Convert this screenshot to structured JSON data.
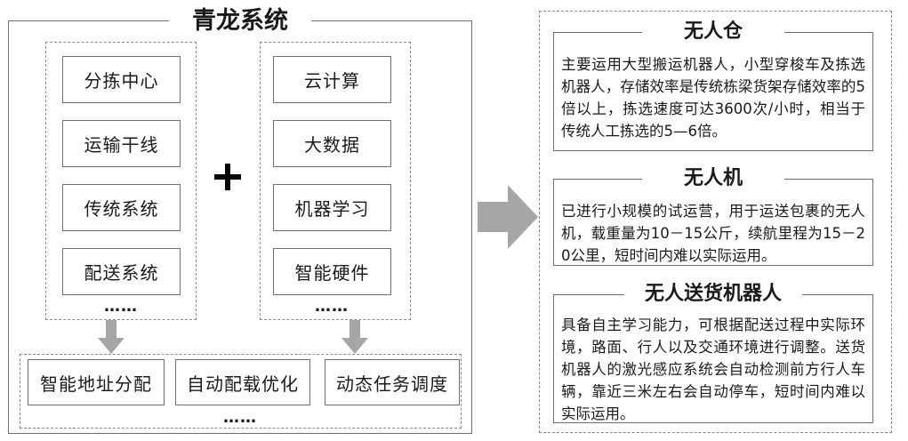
{
  "left": {
    "title": "青龙系统",
    "business_items": [
      "分拣中心",
      "运输干线",
      "传统系统",
      "配送系统"
    ],
    "business_more": "……",
    "plus": "+",
    "tech_items": [
      "云计算",
      "大数据",
      "机器学习",
      "智能硬件"
    ],
    "tech_more": "……",
    "bottom_items": [
      "智能地址分配",
      "自动配载优化",
      "动态任务调度"
    ],
    "bottom_more": "……"
  },
  "right": {
    "sections": [
      {
        "title": "无人仓",
        "text": "主要运用大型搬运机器人，小型穿梭车及拣选机器人，存储效率是传统栋梁货架存储效率的5倍以上，拣选速度可达3600次/小时，相当于传统人工拣选的5—6倍。"
      },
      {
        "title": "无人机",
        "text": "已进行小规模的试运营，用于运送包裹的无人机，载重量为10－15公斤，续航里程为15－20公里，短时间内难以实际运用。"
      },
      {
        "title": "无人送货机器人",
        "text": "具备自主学习能力，可根据配送过程中实际环境，路面、行人以及交通环境进行调整。送货机器人的激光感应系统会自动检测前方行人车辆，靠近三米左右会自动停车，短时间内难以实际运用。"
      }
    ]
  },
  "colors": {
    "arrow": "#a6a6a6",
    "border": "#6f6f6f",
    "dash": "#8a8a8a"
  }
}
